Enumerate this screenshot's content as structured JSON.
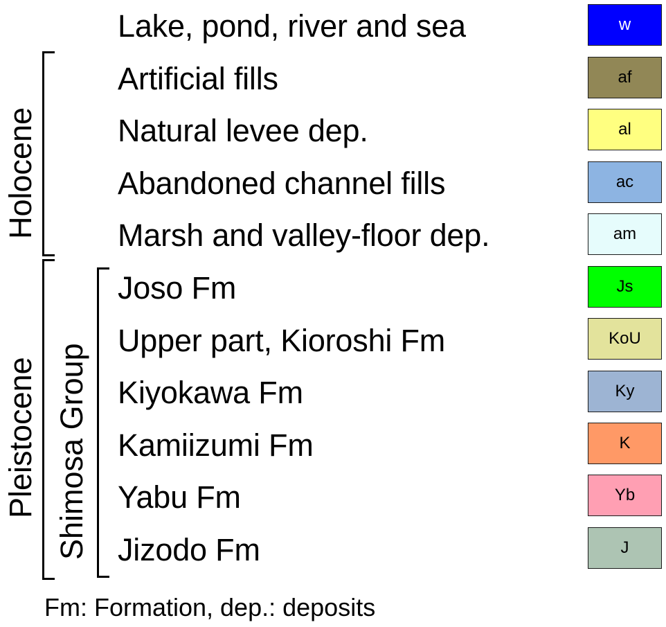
{
  "legend": {
    "rows": [
      {
        "label": "Lake, pond, river and sea",
        "code": "w",
        "color": "#0000ff",
        "text_color": "#ffffff"
      },
      {
        "label": "Artificial fills",
        "code": "af",
        "color": "#918756",
        "text_color": "#000000"
      },
      {
        "label": "Natural levee dep.",
        "code": "al",
        "color": "#ffff80",
        "text_color": "#000000"
      },
      {
        "label": "Abandoned channel fills",
        "code": "ac",
        "color": "#8db4e2",
        "text_color": "#000000"
      },
      {
        "label": "Marsh and valley-floor dep.",
        "code": "am",
        "color": "#e6fcfc",
        "text_color": "#000000"
      },
      {
        "label": "Joso Fm",
        "code": "Js",
        "color": "#00ff00",
        "text_color": "#000000"
      },
      {
        "label": "Upper part, Kioroshi Fm",
        "code": "KoU",
        "color": "#e3e39c",
        "text_color": "#000000"
      },
      {
        "label": "Kiyokawa Fm",
        "code": "Ky",
        "color": "#9db4d3",
        "text_color": "#000000"
      },
      {
        "label": "Kamiizumi Fm",
        "code": "K",
        "color": "#ff9966",
        "text_color": "#000000"
      },
      {
        "label": "Yabu Fm",
        "code": "Yb",
        "color": "#ff9fb3",
        "text_color": "#000000"
      },
      {
        "label": "Jizodo Fm",
        "code": "J",
        "color": "#adc4b3",
        "text_color": "#000000"
      }
    ]
  },
  "groups": {
    "holocene": "Holocene",
    "pleistocene": "Pleistocene",
    "shimosa_group": "Shimosa Group"
  },
  "footnote": "Fm: Formation, dep.: deposits"
}
